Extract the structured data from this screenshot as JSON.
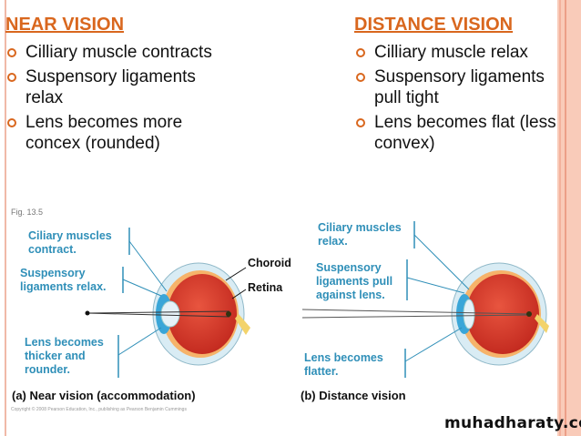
{
  "near": {
    "heading": "NEAR VISION",
    "bullets": [
      "Cilliary muscle contracts",
      "Suspensory ligaments relax",
      "Lens becomes more concex (rounded)"
    ],
    "labels": {
      "ciliary": "Ciliary muscles\ncontract.",
      "ligaments": "Suspensory\nligaments relax.",
      "lens": "Lens becomes\nthicker and\nrounder.",
      "choroid": "Choroid",
      "retina": "Retina"
    },
    "caption": "(a) Near vision (accommodation)",
    "fig_overlay": "Fig. 13.5"
  },
  "distance": {
    "heading": "DISTANCE VISION",
    "bullets": [
      "Cilliary muscle relax",
      "Suspensory ligaments pull tight",
      "Lens becomes flat (less convex)"
    ],
    "labels": {
      "ciliary": "Ciliary muscles\nrelax.",
      "ligaments": "Suspensory\nligaments pull\nagainst lens.",
      "lens": "Lens becomes\nflatter."
    },
    "caption": "(b) Distance vision"
  },
  "copyright": "Copyright © 2008 Pearson Education, Inc., publishing as Pearson Benjamin Cummings",
  "watermark": "muhadharaty.com",
  "colors": {
    "heading": "#d9671e",
    "label": "#2f8fb8",
    "eye": "#d8352a"
  }
}
